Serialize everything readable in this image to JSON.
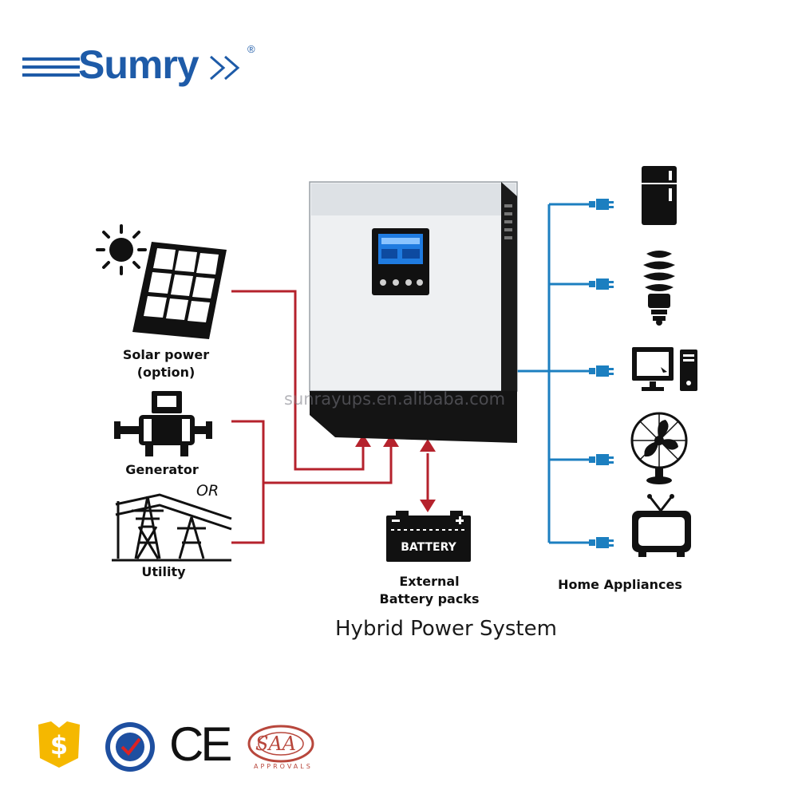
{
  "brand": {
    "name": "Sumry",
    "registered_mark": "®"
  },
  "diagram": {
    "title": "Hybrid Power System",
    "watermark": "sunrayups.en.alibaba.com",
    "sources": {
      "solar_label": "Solar power (option)",
      "generator_label": "Generator",
      "or_label": "OR",
      "utility_label": "Utility"
    },
    "battery": {
      "badge": "BATTERY",
      "label": "External Battery packs"
    },
    "appliances": {
      "label": "Home Appliances"
    }
  },
  "certifications": {
    "ce": "CE",
    "saa": "SAA",
    "saa_caption": "APPROVALS"
  },
  "colors": {
    "brand_blue": "#1e5ba8",
    "source_line": "#b5222c",
    "load_line": "#1c7fc0"
  }
}
